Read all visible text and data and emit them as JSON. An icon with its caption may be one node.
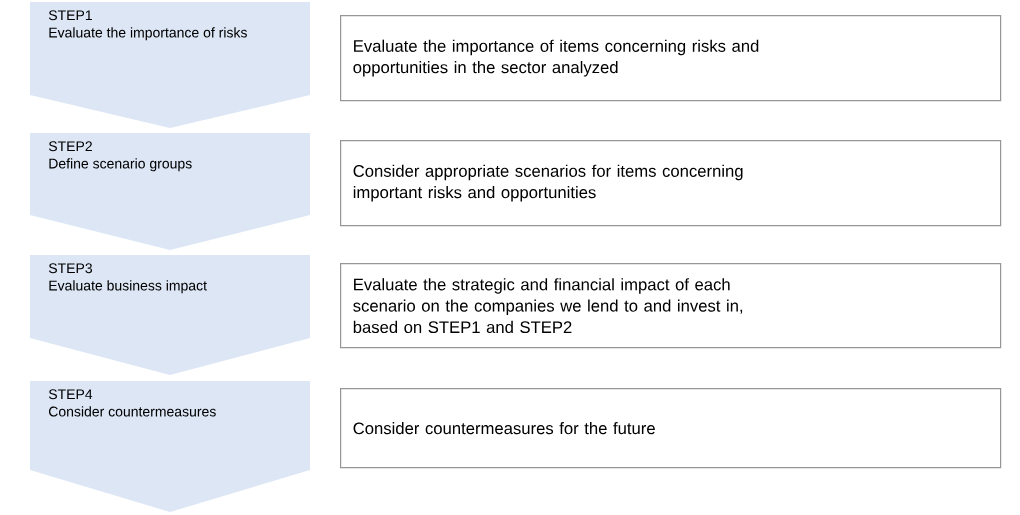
{
  "diagram": {
    "nodes": [
      {
        "text": [
          "STEP1",
          "Evaluate the importance of risks"
        ]
      },
      {
        "text": [
          "STEP2",
          "Define scenario groups"
        ]
      },
      {
        "text": [
          "STEP3",
          "Evaluate business impact"
        ]
      },
      {
        "text": [
          "STEP4",
          "Consider countermeasures"
        ]
      },
      {
        "text": [
          "Evaluate the importance of items concerning risks and opportunities in the sector analyzed"
        ]
      },
      {
        "text": [
          "Consider appropriate scenarios for items concerning important risks and opportunities"
        ]
      },
      {
        "text": [
          "Evaluate the strategic and financial impact of each scenario on the companies we lend to and invest in, based on STEP1 and STEP2"
        ]
      },
      {
        "text": [
          "Consider countermeasures for the future"
        ]
      }
    ]
  }
}
